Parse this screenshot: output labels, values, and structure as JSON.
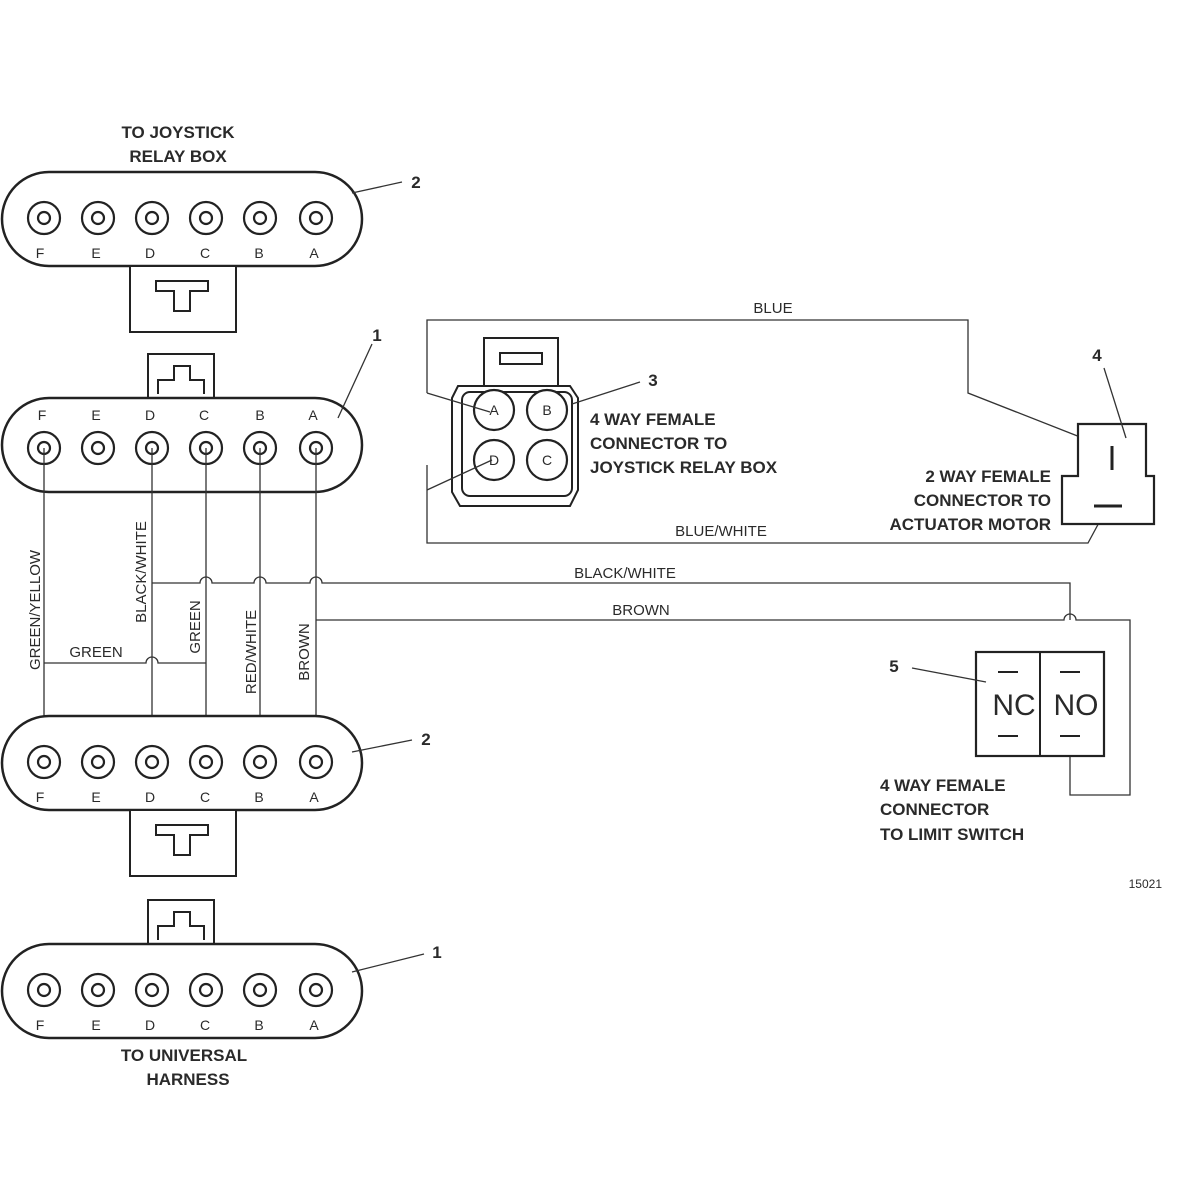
{
  "connectors": {
    "top_title": [
      "TO JOYSTICK",
      "RELAY BOX"
    ],
    "bottom_title": [
      "TO UNIVERSAL",
      "HARNESS"
    ],
    "pin_letters": [
      "F",
      "E",
      "D",
      "C",
      "B",
      "A"
    ],
    "callouts": {
      "c1": "2",
      "c2": "1",
      "c3": "2",
      "c4": "1",
      "c5": "3",
      "c6": "4",
      "c7": "5"
    }
  },
  "four_way": {
    "pins": [
      "A",
      "B",
      "D",
      "C"
    ],
    "label": [
      "4 WAY FEMALE",
      "CONNECTOR TO",
      "JOYSTICK RELAY BOX"
    ]
  },
  "two_way": {
    "label": [
      "2 WAY FEMALE",
      "CONNECTOR TO",
      "ACTUATOR MOTOR"
    ]
  },
  "limit_switch": {
    "nc": "NC",
    "no": "NO",
    "label": [
      "4 WAY FEMALE",
      "CONNECTOR",
      "TO LIMIT SWITCH"
    ]
  },
  "wires": {
    "blue": "BLUE",
    "blue_white": "BLUE/WHITE",
    "black_white_h": "BLACK/WHITE",
    "brown_h": "BROWN",
    "green_h": "GREEN",
    "green_yellow_v": "GREEN/YELLOW",
    "black_white_v": "BLACK/WHITE",
    "green_v": "GREEN",
    "red_white_v": "RED/WHITE",
    "brown_v": "BROWN"
  },
  "figure_number": "15021"
}
